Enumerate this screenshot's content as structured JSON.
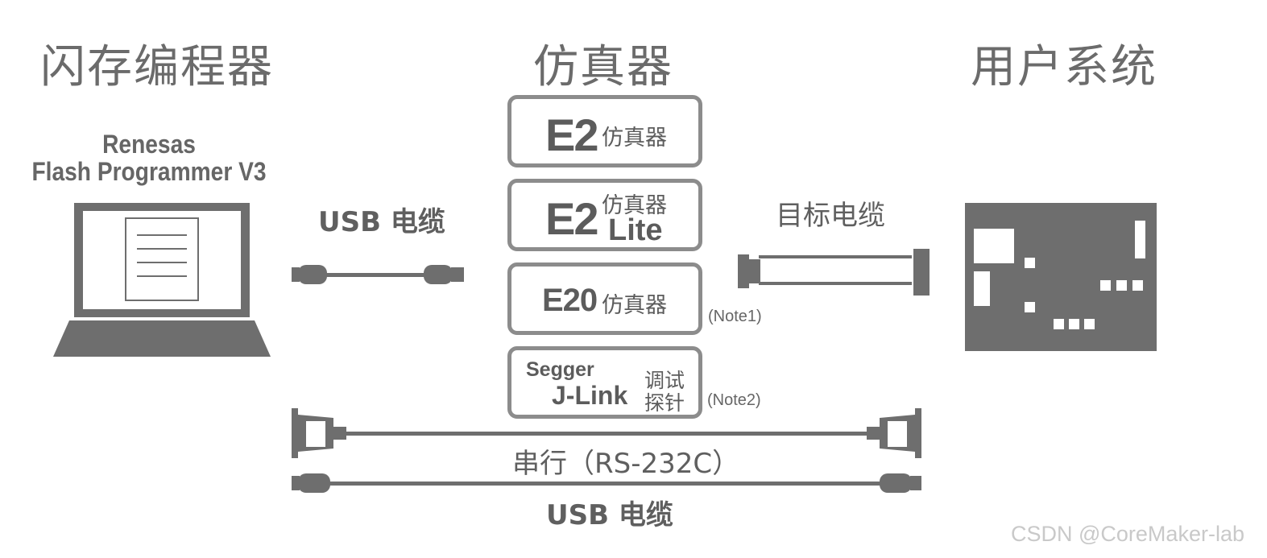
{
  "headings": {
    "flash_programmer": "闪存编程器",
    "emulator": "仿真器",
    "user_system": "用户系统"
  },
  "software": {
    "line1": "Renesas",
    "line2": "Flash Programmer V3"
  },
  "cables": {
    "usb_top": "USB 电缆",
    "target": "目标电缆",
    "serial": "串行（RS-232C）",
    "usb_bottom": "USB 电缆"
  },
  "emulators": {
    "e2": {
      "model": "E2",
      "type": "仿真器"
    },
    "e2lite": {
      "model": "E2",
      "type": "仿真器",
      "sub": "Lite"
    },
    "e20": {
      "model": "E20",
      "type": "仿真器",
      "note": "(Note1)"
    },
    "jlink": {
      "brand": "Segger",
      "model": "J-Link",
      "type1": "调试",
      "type2": "探针",
      "note": "(Note2)"
    }
  },
  "watermark": "CSDN @CoreMaker-lab",
  "colors": {
    "primary_gray": "#6b6b6b",
    "box_border": "#8c8c8c",
    "board": "#6e6e6e"
  }
}
